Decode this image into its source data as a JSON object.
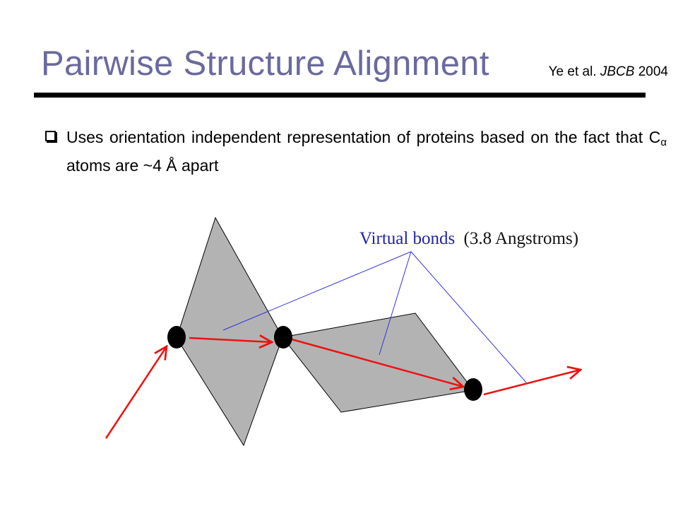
{
  "slide": {
    "title": "Pairwise Structure Alignment",
    "citation_authors": "Ye et al.",
    "citation_journal": "JBCB",
    "citation_year": "2004"
  },
  "bullet": {
    "text_before": "Uses orientation independent representation of proteins based on the fact that C",
    "subscript": "α",
    "text_after": " atoms are ~4 Å apart"
  },
  "diagram": {
    "label_main": "Virtual bonds",
    "label_detail": "(3.8 Angstroms)",
    "colors": {
      "plane_fill": "#b3b3b3",
      "bond_arrow": "#ee1111",
      "leader_line": "#3333dd",
      "label_main": "#2222aa",
      "atom": "#000000"
    }
  }
}
